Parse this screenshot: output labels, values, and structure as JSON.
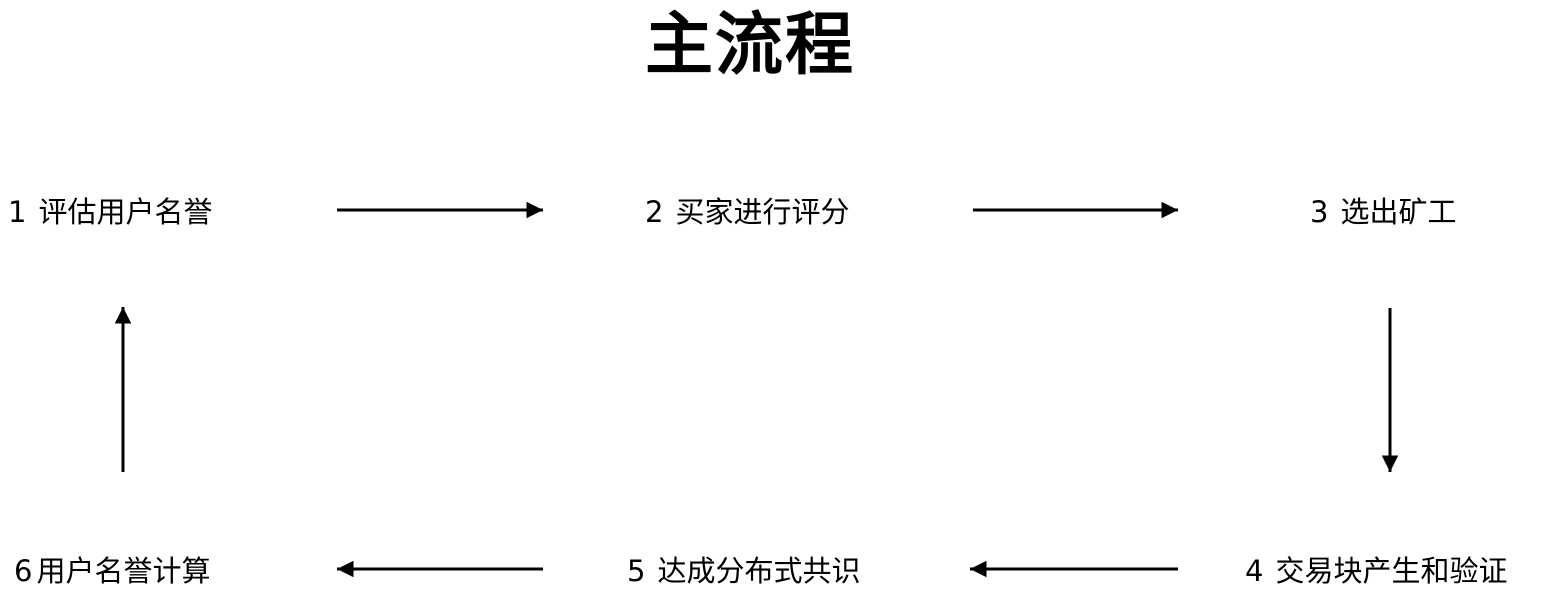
{
  "title": "主流程",
  "steps": [
    {
      "num": "1",
      "label": "评估用户名誉"
    },
    {
      "num": "2",
      "label": "买家进行评分"
    },
    {
      "num": "3",
      "label": "选出矿工"
    },
    {
      "num": "4",
      "label": "交易块产生和验证"
    },
    {
      "num": "5",
      "label": "达成分布式共识"
    },
    {
      "num": "6",
      "label": "用户名誉计算"
    }
  ],
  "colors": {
    "stroke": "#000000",
    "background": "#ffffff"
  }
}
